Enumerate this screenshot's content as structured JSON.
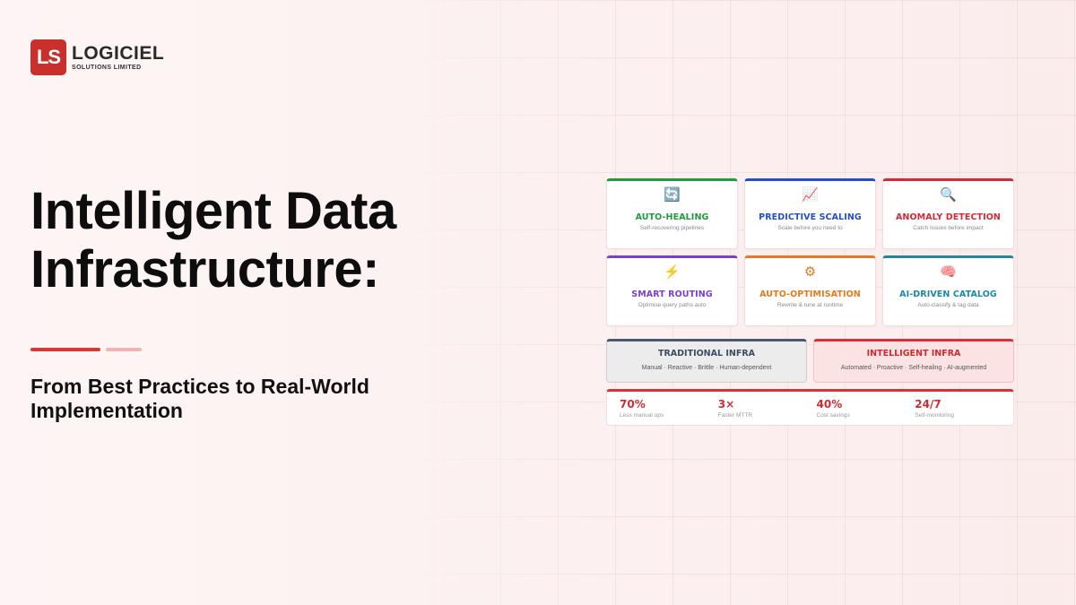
{
  "brand": {
    "mark": "LS",
    "name": "LOGICIEL",
    "sub": "SOLUTIONS LIMITED"
  },
  "hero": {
    "title_line1": "Intelligent Data",
    "title_line2": "Infrastructure:",
    "subtitle_line1": "From Best Practices to Real-World",
    "subtitle_line2": "Implementation"
  },
  "features": [
    {
      "icon": "🔄",
      "icon_name": "refresh-icon",
      "title": "AUTO-HEALING",
      "desc": "Self-recovering pipelines",
      "color": "#1f9a3c"
    },
    {
      "icon": "📈",
      "icon_name": "chart-up-icon",
      "title": "PREDICTIVE SCALING",
      "desc": "Scale before you need to",
      "color": "#2050c8"
    },
    {
      "icon": "🔍",
      "icon_name": "magnifier-icon",
      "title": "ANOMALY DETECTION",
      "desc": "Catch issues before impact",
      "color": "#d42a35"
    },
    {
      "icon": "⚡",
      "icon_name": "lightning-icon",
      "title": "SMART ROUTING",
      "desc": "Optimise query paths auto",
      "color": "#7a3fcf"
    },
    {
      "icon": "⚙",
      "icon_name": "gear-icon",
      "title": "AUTO-OPTIMISATION",
      "desc": "Rewrite & tune at runtime",
      "color": "#e47a1c"
    },
    {
      "icon": "🧠",
      "icon_name": "brain-icon",
      "title": "AI-DRIVEN CATALOG",
      "desc": "Auto-classify & tag data",
      "color": "#1a8aa6"
    }
  ],
  "comparison": {
    "traditional": {
      "title": "TRADITIONAL INFRA",
      "desc": "Manual · Reactive · Brittle · Human-dependent"
    },
    "intelligent": {
      "title": "INTELLIGENT INFRA",
      "desc": "Automated · Proactive · Self-healing · AI-augmented"
    }
  },
  "stats": [
    {
      "value": "70%",
      "label": "Less manual ops"
    },
    {
      "value": "3×",
      "label": "Faster MTTR"
    },
    {
      "value": "40%",
      "label": "Cost savings"
    },
    {
      "value": "24/7",
      "label": "Self-monitoring"
    }
  ]
}
